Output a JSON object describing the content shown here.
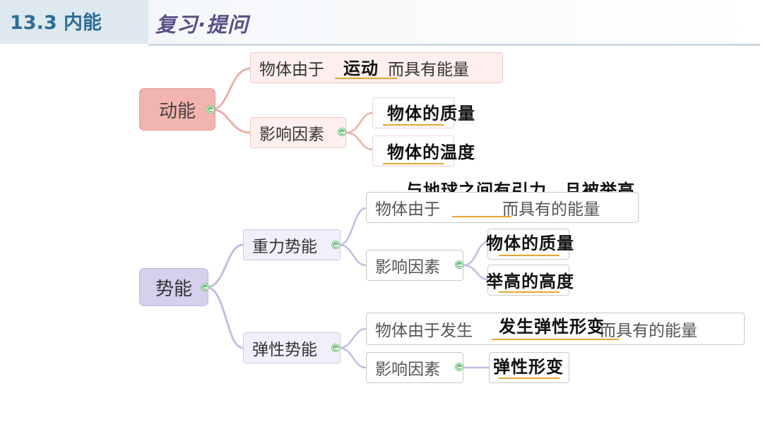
{
  "header": {
    "title": "13.3 内能",
    "subtitle": "复习·提问"
  },
  "kinetic": {
    "label": "动能",
    "def_prefix": "物体由于",
    "def_suffix": "而具有能量",
    "def_answer": "运动",
    "factors_label": "影响因素",
    "factors": [
      "物体的质量",
      "物体的温度"
    ]
  },
  "potential": {
    "label": "势能",
    "gravity": {
      "label": "重力势能",
      "def_prefix": "物体由于",
      "def_suffix": "而具有的能量",
      "def_answer": "与地球之间有引力，且被举高",
      "factors_label": "影响因素",
      "factors": [
        "物体的质量",
        "举高的高度"
      ]
    },
    "elastic": {
      "label": "弹性势能",
      "def_prefix": "物体由于发生",
      "def_suffix": "而具有的能量",
      "def_answer": "发生弹性形变",
      "factors_label": "影响因素",
      "factors": [
        "弹性形变"
      ]
    }
  }
}
